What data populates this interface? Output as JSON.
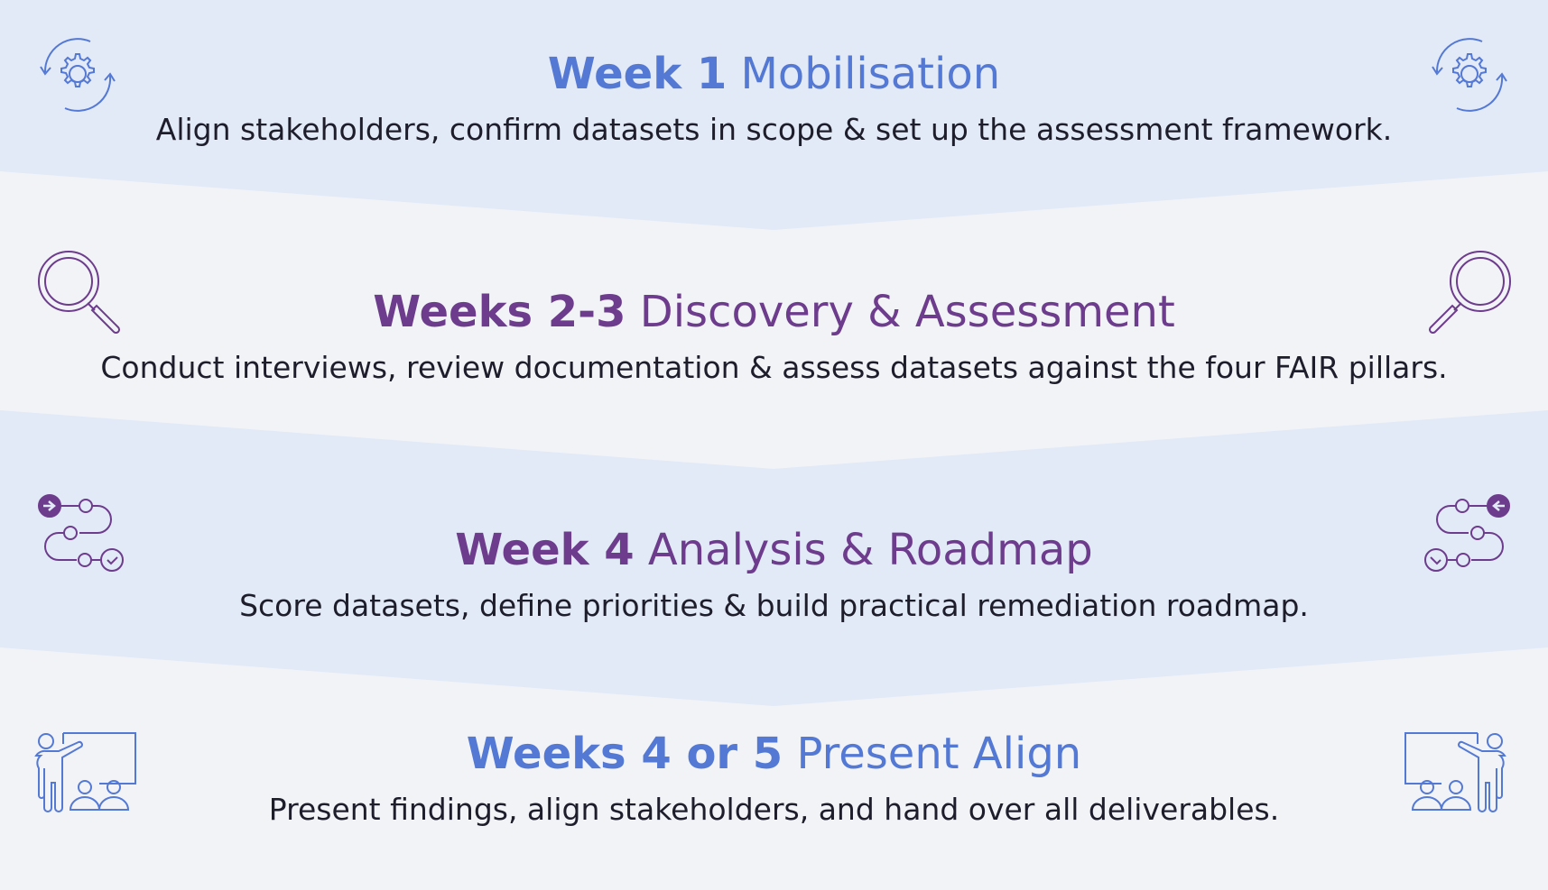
{
  "colors": {
    "band_blue": "#e2e9f7",
    "band_light": "#f1f3f7",
    "blue": "#5479d4",
    "purple": "#6d3c8c",
    "text": "#1d1d2b"
  },
  "phases": [
    {
      "week": "Week 1",
      "name": "Mobilisation",
      "description": "Align stakeholders, confirm datasets in scope & set up the assessment framework.",
      "icon": "gear-cycle-icon",
      "color": "#5479d4"
    },
    {
      "week": "Weeks 2-3",
      "name": "Discovery & Assessment",
      "description": "Conduct interviews, review documentation & assess datasets against the four FAIR pillars.",
      "icon": "magnifier-icon",
      "color": "#6d3c8c"
    },
    {
      "week": "Week 4",
      "name": "Analysis & Roadmap",
      "description": "Score datasets, define priorities & build practical remediation roadmap.",
      "icon": "roadmap-path-icon",
      "color": "#6d3c8c"
    },
    {
      "week": "Weeks 4 or 5",
      "name": "Present Align",
      "description": "Present findings, align stakeholders, and hand over all deliverables.",
      "icon": "presentation-icon",
      "color": "#5479d4"
    }
  ]
}
